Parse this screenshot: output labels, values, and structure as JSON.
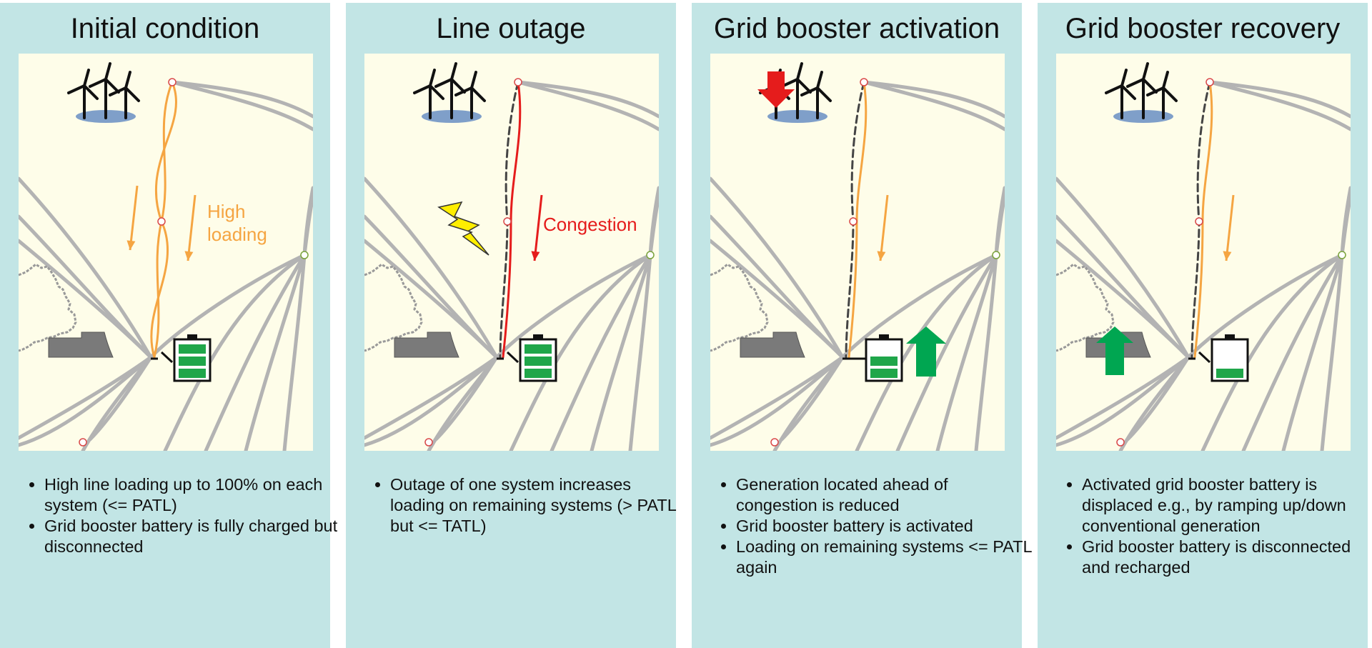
{
  "colors": {
    "panel_bg": "#c2e5e5",
    "map_bg": "#fefde9",
    "line_grey": "#b3b3b3",
    "loading_orange": "#f5a542",
    "congestion_red": "#e51c1c",
    "battery_green": "#1fa64a",
    "arrow_green": "#00a651",
    "arrow_red": "#e51c1c",
    "lightning_yellow": "#ffee00",
    "wind_base_blue": "#7f9fc9"
  },
  "panels": [
    {
      "title": "Initial condition",
      "label": "High\nloading",
      "label_color": "#f5a542",
      "label_lines": [
        "High",
        "loading"
      ],
      "bullets": [
        "High line loading up to 100% on each system (<= PATL)",
        "Grid booster battery is fully charged but disconnected"
      ],
      "state": {
        "battery_charge_bars": 3,
        "battery_connected": false,
        "line_outage": false,
        "line_color": "orange",
        "lightning": false,
        "arrow_up_battery": false,
        "arrow_down_wind": false,
        "arrow_up_plant": false,
        "flow_arrows": 2
      }
    },
    {
      "title": "Line outage",
      "label": "Congestion",
      "label_color": "#e51c1c",
      "label_lines": [
        "Congestion"
      ],
      "bullets": [
        "Outage of one system increases loading on remaining systems (> PATL but <= TATL)"
      ],
      "state": {
        "battery_charge_bars": 3,
        "battery_connected": false,
        "line_outage": true,
        "line_color": "red",
        "lightning": true,
        "arrow_up_battery": false,
        "arrow_down_wind": false,
        "arrow_up_plant": false,
        "flow_arrows": 1
      }
    },
    {
      "title": "Grid booster activation",
      "label": "",
      "label_color": "#f5a542",
      "label_lines": [],
      "bullets": [
        "Generation located ahead of congestion is reduced",
        "Grid booster battery is activated",
        "Loading on remaining systems <= PATL again"
      ],
      "state": {
        "battery_charge_bars": 2,
        "battery_connected": true,
        "line_outage": true,
        "line_color": "orange",
        "lightning": false,
        "arrow_up_battery": true,
        "arrow_down_wind": true,
        "arrow_up_plant": false,
        "flow_arrows": 1
      }
    },
    {
      "title": "Grid booster recovery",
      "label": "",
      "label_color": "#f5a542",
      "label_lines": [],
      "bullets": [
        "Activated grid booster battery is displaced e.g., by ramping up/down conventional generation",
        "Grid booster battery is disconnected and recharged"
      ],
      "state": {
        "battery_charge_bars": 1,
        "battery_connected": false,
        "line_outage": true,
        "line_color": "orange",
        "lightning": false,
        "arrow_up_battery": false,
        "arrow_down_wind": false,
        "arrow_up_plant": true,
        "flow_arrows": 1
      }
    }
  ]
}
